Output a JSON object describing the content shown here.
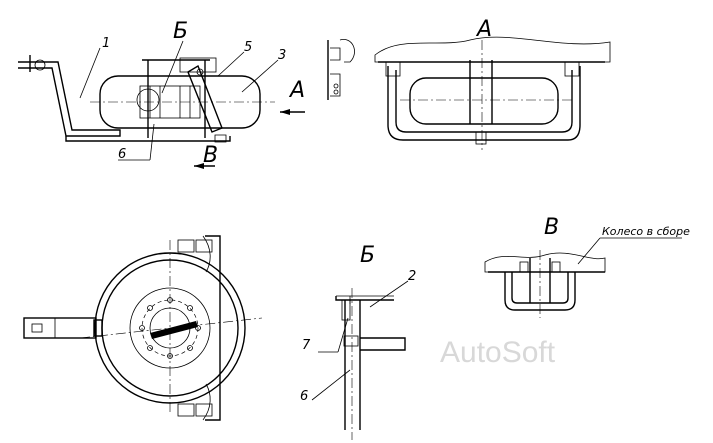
{
  "labels": {
    "view_a_arrow": "А",
    "view_a_title": "А",
    "section_b_mark": "Б",
    "section_b_title": "Б",
    "view_v_arrow": "В",
    "view_v_title": "В",
    "wheel_assembly_note": "Колесо в сборе"
  },
  "callouts": {
    "n1": "1",
    "n2": "2",
    "n3": "3",
    "n5": "5",
    "n6_top": "6",
    "n6_bottom": "6",
    "n7": "7"
  },
  "watermark": "AutoSoft"
}
